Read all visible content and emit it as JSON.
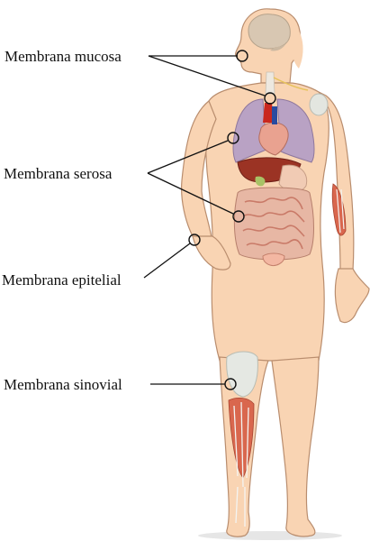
{
  "labels": {
    "mucosa": "Membrana mucosa",
    "serosa": "Membrana serosa",
    "epitelial": "Membrana epitelial",
    "sinovial": "Membrana sinovial"
  },
  "colors": {
    "skin": "#f9d4b3",
    "skin_outline": "#b98d6e",
    "brain": "#d8c7b2",
    "lungs": "#b9a2c4",
    "heart": "#e9a290",
    "liver": "#9b3324",
    "intestine": "#e29a8a",
    "muscle": "#d9674e",
    "tendon": "#eef0ee",
    "leader_line": "#111111"
  }
}
